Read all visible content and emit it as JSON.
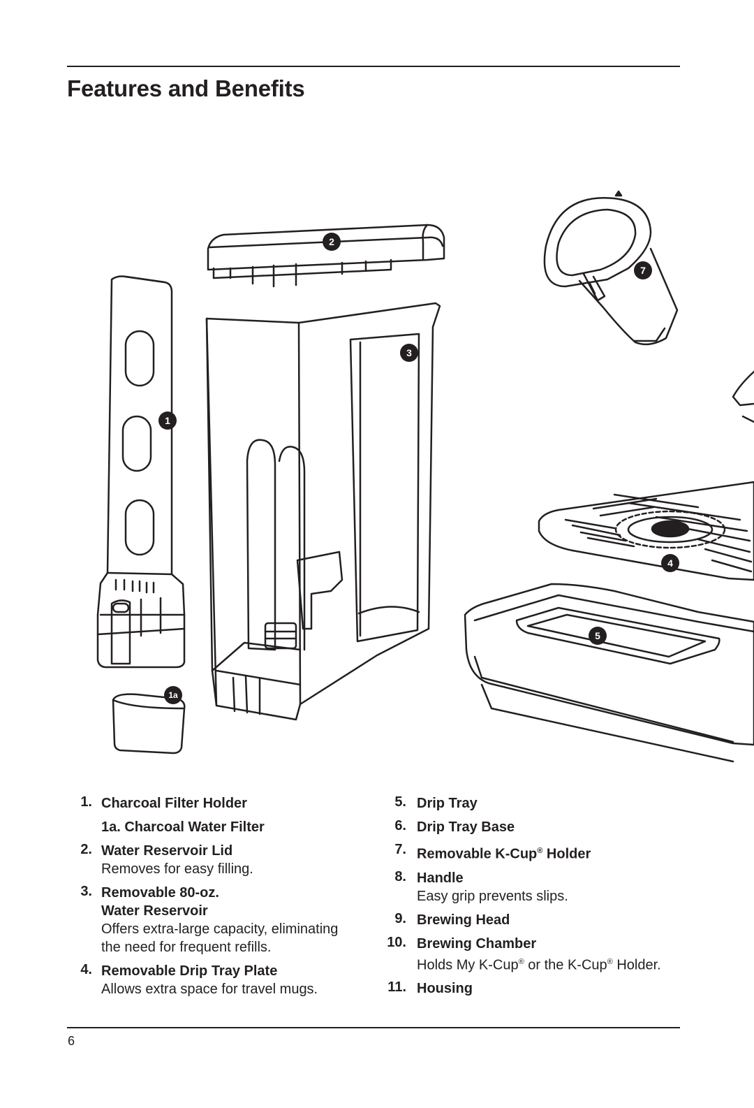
{
  "page": {
    "title": "Features and Benefits",
    "page_number": "6"
  },
  "callouts": [
    {
      "label": "1"
    },
    {
      "label": "1a"
    },
    {
      "label": "2"
    },
    {
      "label": "3"
    },
    {
      "label": "4"
    },
    {
      "label": "5"
    },
    {
      "label": "7"
    }
  ],
  "features_left": [
    {
      "number": "1.",
      "name": "Charcoal Filter Holder",
      "desc": ""
    },
    {
      "number": "",
      "name": "1a. Charcoal Water Filter",
      "desc": ""
    },
    {
      "number": "2.",
      "name": "Water Reservoir Lid",
      "desc": "Removes for easy filling."
    },
    {
      "number": "3.",
      "name": "Removable 80-oz.",
      "name2": "Water Reservoir",
      "desc": "Offers extra-large capacity, eliminating",
      "desc2": "the need for frequent refills."
    },
    {
      "number": "4.",
      "name": "Removable Drip Tray Plate",
      "desc": "Allows extra space for travel mugs."
    }
  ],
  "features_right": [
    {
      "number": "5.",
      "name": "Drip Tray",
      "desc": ""
    },
    {
      "number": "6.",
      "name": "Drip Tray Base",
      "desc": ""
    },
    {
      "number": "7.",
      "name": "Removable K-Cup® Holder",
      "desc": ""
    },
    {
      "number": "8.",
      "name": "Handle",
      "desc": "Easy grip prevents slips."
    },
    {
      "number": "9.",
      "name": "Brewing Head",
      "desc": ""
    },
    {
      "number": "10.",
      "name": "Brewing Chamber",
      "desc": "Holds My K-Cup® or the K-Cup® Holder."
    },
    {
      "number": "11.",
      "name": "Housing",
      "desc": ""
    }
  ]
}
